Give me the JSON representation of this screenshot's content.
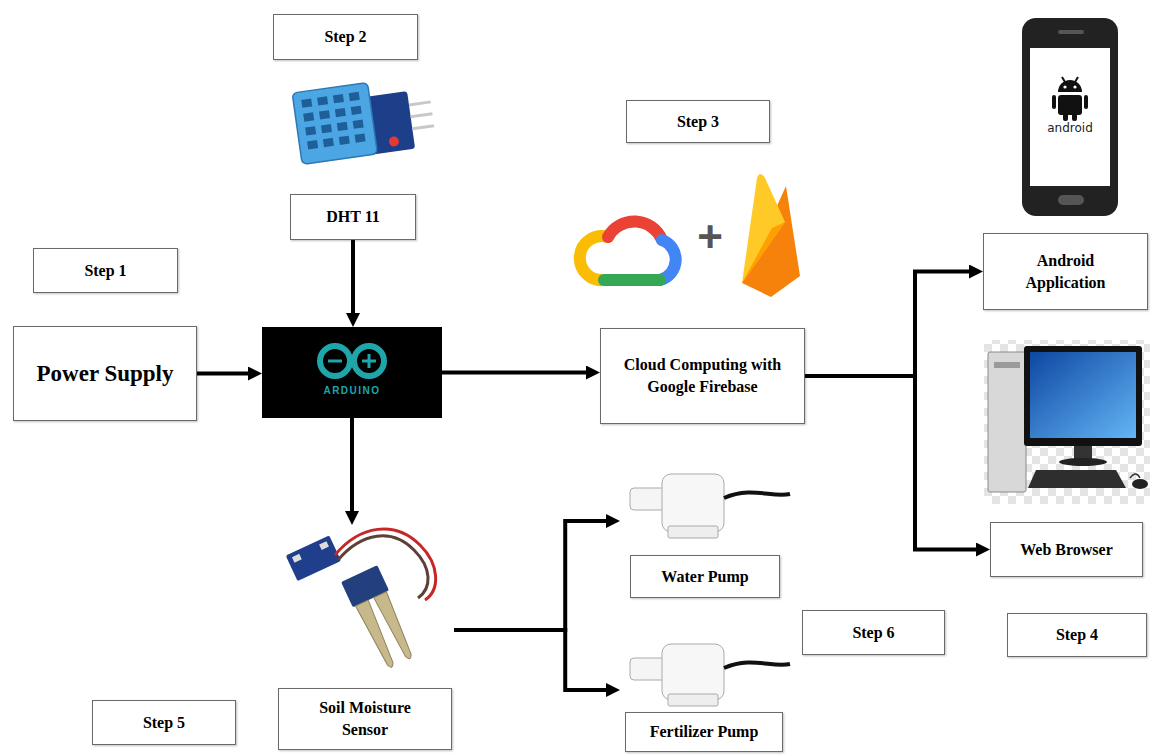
{
  "diagram": {
    "nodes": [
      {
        "text": [
          "Step 1"
        ]
      },
      {
        "text": [
          "Power Supply"
        ]
      },
      {
        "text": [
          "Step 2"
        ]
      },
      {
        "text": [
          "DHT 11"
        ]
      },
      {
        "text": [
          "ARDUINO"
        ]
      },
      {
        "text": [
          "Step 3"
        ]
      },
      {
        "text": [
          "Cloud Computing with Google Firebase"
        ]
      },
      {
        "text": [
          "Android Application"
        ]
      },
      {
        "text": [
          "Web Browser"
        ]
      },
      {
        "text": [
          "Step 4"
        ]
      },
      {
        "text": [
          "Soil Moisture Sensor"
        ]
      },
      {
        "text": [
          "Step 5"
        ]
      },
      {
        "text": [
          "Water Pump"
        ]
      },
      {
        "text": [
          "Fertilizer Pump"
        ]
      },
      {
        "text": [
          "Step 6"
        ]
      }
    ],
    "edges": [
      {
        "from": 1,
        "to": 4,
        "arrow": "to"
      },
      {
        "from": 3,
        "to": 4,
        "arrow": "to"
      },
      {
        "from": 4,
        "to": 6,
        "arrow": "to"
      },
      {
        "from": 4,
        "to": 10,
        "arrow": "to"
      },
      {
        "from": 10,
        "to": 12,
        "arrow": "to"
      },
      {
        "from": 10,
        "to": 13,
        "arrow": "to"
      },
      {
        "from": 6,
        "to": 7,
        "arrow": "to"
      },
      {
        "from": 6,
        "to": 8,
        "arrow": "to"
      }
    ],
    "labels": [
      "+",
      "android"
    ]
  }
}
